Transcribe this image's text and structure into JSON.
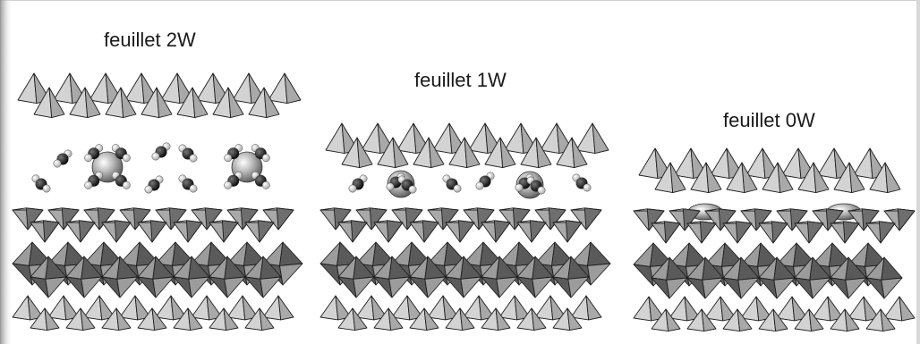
{
  "panels": [
    {
      "label": "feuillet 2W"
    },
    {
      "label": "feuillet 1W"
    },
    {
      "label": "feuillet 0W"
    }
  ],
  "colors": {
    "tet_light": "#d3d3d3",
    "tet_mid": "#a9a9a9",
    "tet_dark": "#6e6e6e",
    "oct_light": "#9c9c9c",
    "oct_dark": "#5a5a5a",
    "edge": "#1e1e1e",
    "cation": "#8c8c8c",
    "oxygen": "#111111",
    "hydrogen": "#eeeeee"
  }
}
